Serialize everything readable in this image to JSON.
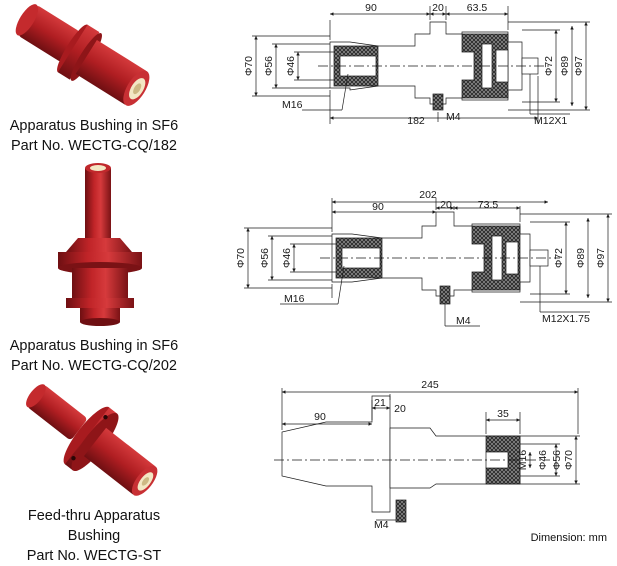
{
  "products": [
    {
      "name": "Apparatus Bushing in SF6",
      "part": "Part No. WECTG-CQ/182",
      "dims": {
        "d1": "90",
        "d2": "20",
        "d3": "63.5",
        "total": "182",
        "phi70": "Φ70",
        "phi56": "Φ56",
        "phi46": "Φ46",
        "phi72": "Φ72",
        "phi89": "Φ89",
        "phi97": "Φ97",
        "thread_left": "M16",
        "thread_bottom": "M4",
        "thread_right": "M12X1"
      }
    },
    {
      "name": "Apparatus Bushing in SF6",
      "part": "Part No. WECTG-CQ/202",
      "dims": {
        "total": "202",
        "d1": "90",
        "d2": "20",
        "d3": "73.5",
        "phi70": "Φ70",
        "phi56": "Φ56",
        "phi46": "Φ46",
        "phi72": "Φ72",
        "phi89": "Φ89",
        "phi97": "Φ97",
        "thread_left": "M16",
        "thread_bottom": "M4",
        "thread_right": "M12X1.75"
      }
    },
    {
      "name": "Feed-thru Apparatus Bushing",
      "part": "Part No. WECTG-ST",
      "dims": {
        "total": "245",
        "d1": "90",
        "d2": "21",
        "d3": "20",
        "d4": "35",
        "thread_mid": "M16",
        "phi46": "Φ46",
        "phi56": "Φ56",
        "phi70": "Φ70",
        "thread_bottom": "M4"
      }
    }
  ],
  "footer": "Dimension: mm",
  "colors": {
    "insulator": "#b01e22",
    "insert": "#f3e7c4",
    "hatch": "#222222"
  }
}
